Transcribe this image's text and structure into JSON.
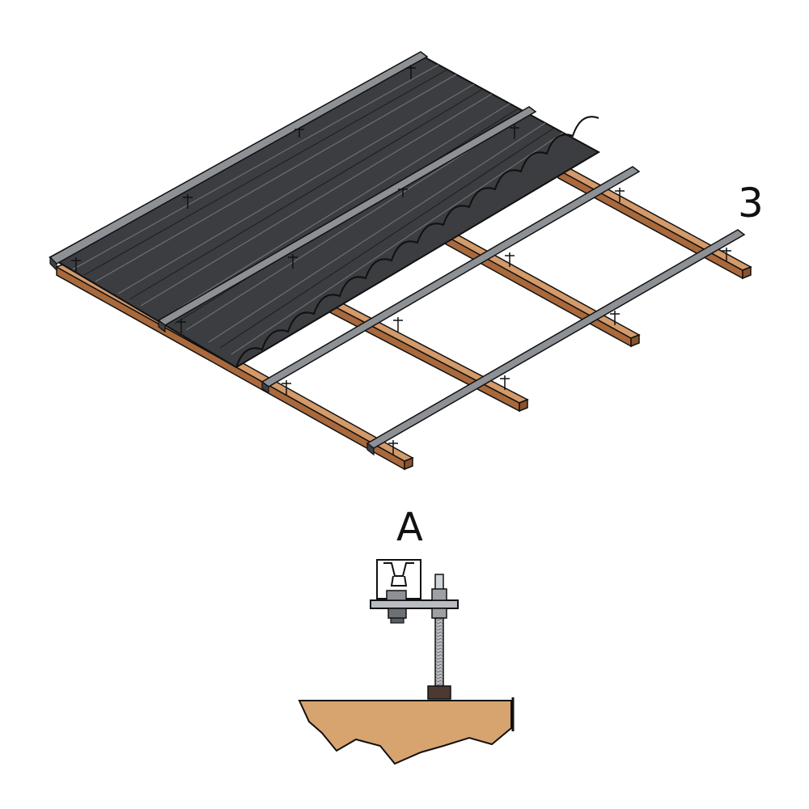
{
  "figure": {
    "step_number": "3",
    "detail_label": "A"
  },
  "colors": {
    "sheet_dark": "#3b3d40",
    "sheet_light": "#5d6063",
    "rail_face": "#8d9196",
    "rail_dark": "#3e4246",
    "timber_top": "#d49a6a",
    "timber_side": "#a9693c",
    "timber_end": "#8a532c",
    "base_wood": "#d7a470",
    "bolt_metal": "#b9bcc0",
    "outline": "#111111"
  },
  "icons": {
    "assembly": "roof-mounting-assembly-isometric",
    "detail": "rail-clamp-hanger-bolt-section"
  }
}
